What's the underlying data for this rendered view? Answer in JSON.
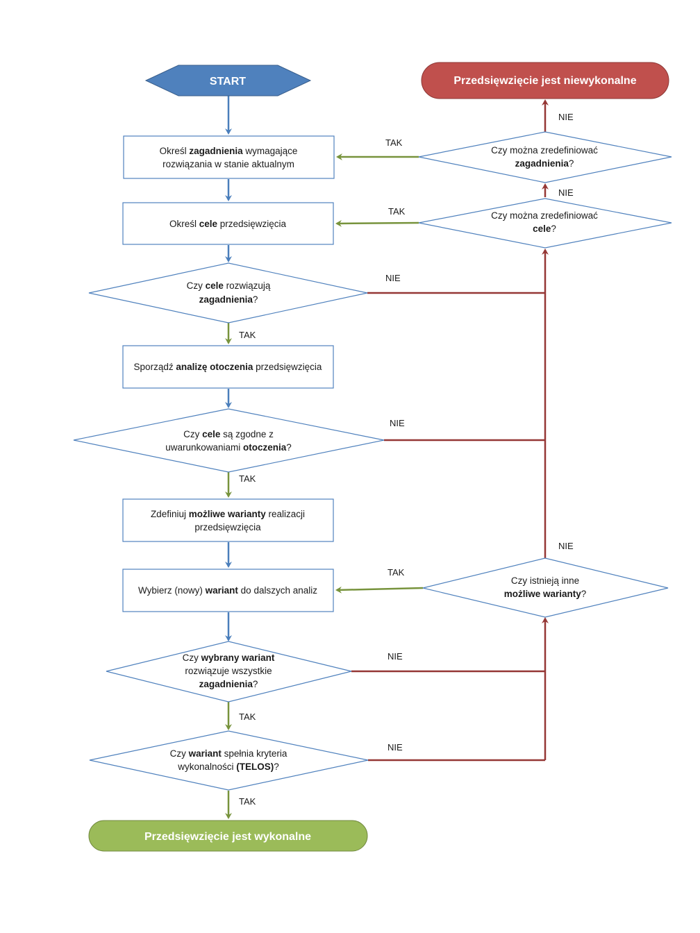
{
  "start": "START",
  "end_ok": "Przedsięwzięcie jest wykonalne",
  "end_fail": "Przedsięwzięcie jest niewykonalne",
  "yes": "TAK",
  "no": "NIE",
  "steps": {
    "s1": [
      "Określ ",
      "zagadnienia",
      " wymagające",
      "rozwiązania w stanie aktualnym"
    ],
    "s2": [
      "Określ ",
      "cele",
      " przedsięwzięcia"
    ],
    "s3": [
      "Sporządź  ",
      "analizę otoczenia",
      " przedsięwzięcia"
    ],
    "s4": [
      "Zdefiniuj  ",
      "możliwe warianty",
      " realizacji",
      "przedsięwzięcia"
    ],
    "s5": [
      "Wybierz (nowy)  ",
      "wariant",
      " do dalszych analiz"
    ]
  },
  "decisions": {
    "d1": [
      "Czy ",
      "cele",
      " rozwiązują",
      "zagadnienia",
      "?"
    ],
    "d2": [
      "Czy ",
      "cele",
      " są zgodne z",
      "uwarunkowaniami  ",
      "otoczenia",
      "?"
    ],
    "d3": [
      "Czy ",
      "wybrany wariant",
      "rozwiązuje wszystkie",
      "zagadnienia",
      "?"
    ],
    "d4": [
      "Czy ",
      "wariant",
      " spełnia kryteria",
      "wykonalności  ",
      "(TELOS)",
      "?"
    ],
    "r1": [
      "Czy można zredefiniować",
      "zagadnienia",
      "?"
    ],
    "r2": [
      "Czy można zredefiniować",
      "cele",
      "?"
    ],
    "r3": [
      "Czy istnieją inne",
      "możliwe warianty",
      "?"
    ]
  },
  "colors": {
    "start_fill": "#4f81bd",
    "end_ok_fill": "#9bbb59",
    "end_fail_fill": "#c0504d",
    "box_stroke": "#4f81bd",
    "blue_arrow": "#4a7ebb",
    "green_arrow": "#77933c",
    "red_arrow": "#953735"
  }
}
